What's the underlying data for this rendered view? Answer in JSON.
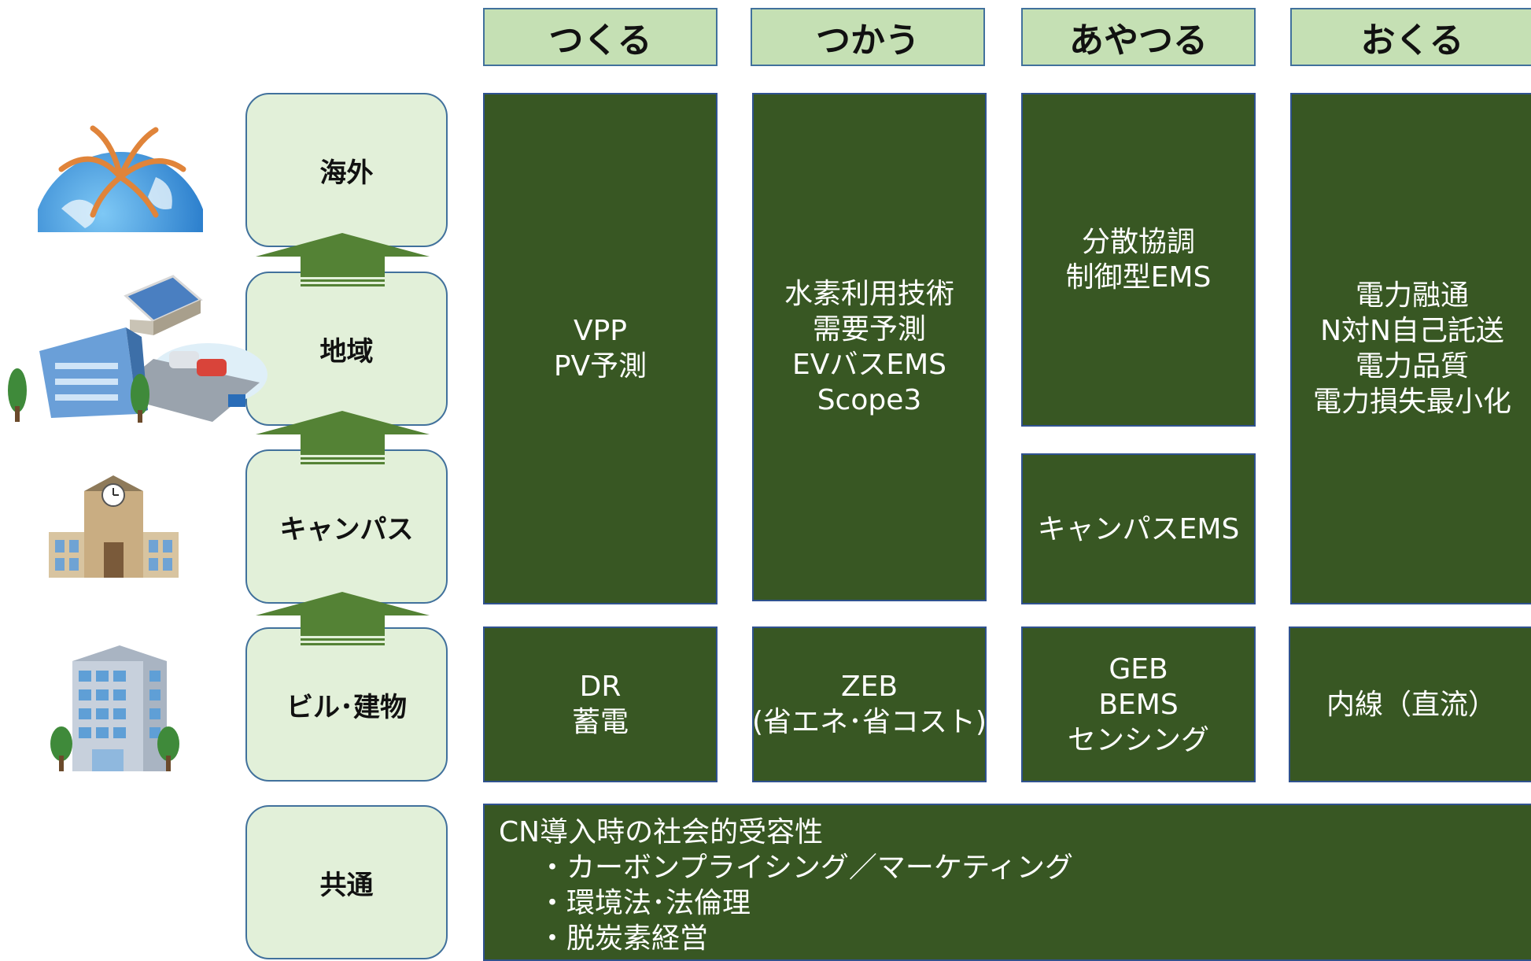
{
  "columns": [
    "つくる",
    "つかう",
    "あやつる",
    "おくる"
  ],
  "levels": [
    "海外",
    "地域",
    "キャンパス",
    "ビル･建物",
    "共通"
  ],
  "cells": {
    "tsukuru_upper": [
      "VPP",
      "PV予測"
    ],
    "tsukau_upper": [
      "水素利用技術",
      "需要予測",
      "EVバスEMS",
      "Scope3"
    ],
    "ayatsuru_upper": [
      "分散協調",
      "制御型EMS"
    ],
    "ayatsuru_campus": [
      "キャンパスEMS"
    ],
    "okuru_upper": [
      "電力融通",
      "N対N自己託送",
      "電力品質",
      "電力損失最小化"
    ],
    "tsukuru_building": [
      "DR",
      "蓄電"
    ],
    "tsukau_building": [
      "ZEB",
      "(省エネ･省コスト)"
    ],
    "ayatsuru_building": [
      "GEB",
      "BEMS",
      "センシング"
    ],
    "okuru_building": [
      "内線（直流）"
    ]
  },
  "common": {
    "title": "CN導入時の社会的受容性",
    "items": [
      "・カーボンプライシング／マーケティング",
      "・環境法･法倫理",
      "・脱炭素経営"
    ]
  },
  "colors": {
    "header_fill": "#c5e0b4",
    "level_fill": "#e2f0d9",
    "cell_fill": "#385723",
    "border": "#2f528f",
    "arrow": "#548235"
  },
  "icons": [
    "globe-icon",
    "region-icon",
    "campus-icon",
    "building-icon"
  ]
}
